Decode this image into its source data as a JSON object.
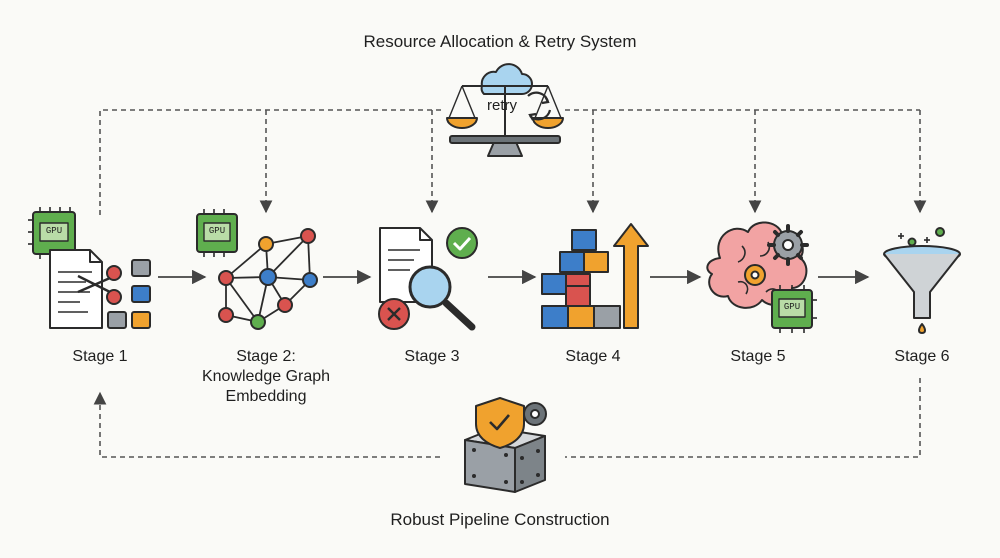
{
  "top_title": "Resource Allocation & Retry System",
  "bottom_title": "Robust Pipeline Construction",
  "retry_label": "retry",
  "gpu_label": "GPU",
  "stages": [
    {
      "label": "Stage 1"
    },
    {
      "label": "Stage 2:",
      "label2": "Knowledge Graph",
      "label3": "Embedding"
    },
    {
      "label": "Stage 3"
    },
    {
      "label": "Stage 4"
    },
    {
      "label": "Stage 5"
    },
    {
      "label": "Stage 6"
    }
  ],
  "colors": {
    "blue": "#3d7ec9",
    "red": "#d9534f",
    "green": "#5fae4e",
    "orange": "#f0a22e",
    "gray": "#9aa0a6",
    "pink": "#f2a3a3",
    "light_blue": "#a9d4ef",
    "dark": "#2b2b2b"
  }
}
